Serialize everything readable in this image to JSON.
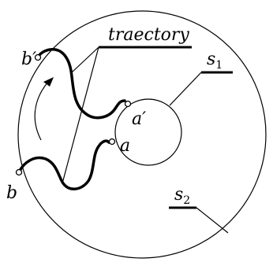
{
  "diagram": {
    "label_traectory": "traectory",
    "label_s1_main": "s",
    "label_s1_sub": "1",
    "label_s2_main": "s",
    "label_s2_sub": "2",
    "label_a": "a",
    "label_a_prime": "a′",
    "label_b": "b",
    "label_b_prime": "b′"
  }
}
